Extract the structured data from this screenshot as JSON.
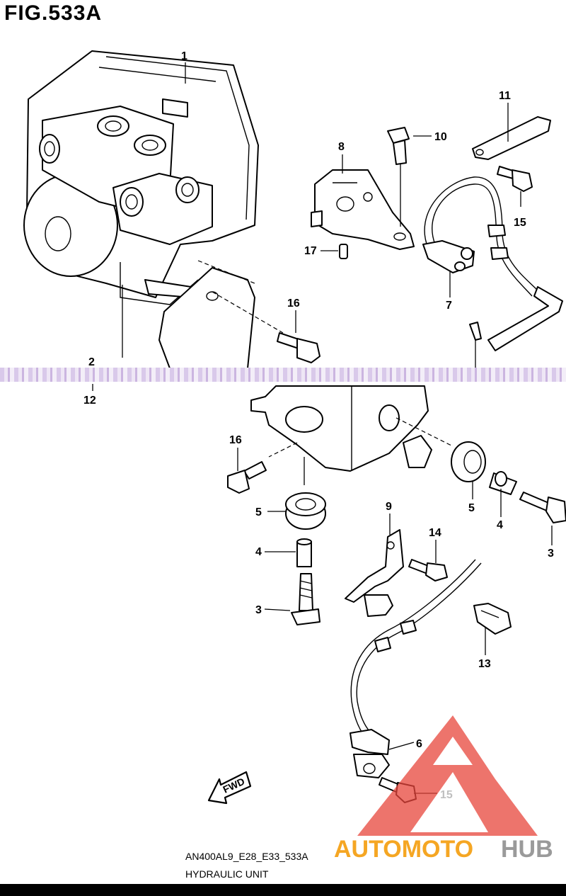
{
  "figure": {
    "title": "FIG.533A"
  },
  "caption": {
    "model_code": "AN400AL9_E28_E33_533A",
    "name": "HYDRAULIC UNIT"
  },
  "fwd_arrow": {
    "text": "FWD"
  },
  "watermark": {
    "text_orange": "AUTOMOTO",
    "text_gray": "HUB",
    "color_orange": "#f5a623",
    "color_gray": "#9a9a9a",
    "logo_color": "#e8463c"
  },
  "callouts": [
    {
      "id": "c1",
      "text": "1"
    },
    {
      "id": "c2",
      "text": "2"
    },
    {
      "id": "c3a",
      "text": "3"
    },
    {
      "id": "c3b",
      "text": "3"
    },
    {
      "id": "c4a",
      "text": "4"
    },
    {
      "id": "c4b",
      "text": "4"
    },
    {
      "id": "c5a",
      "text": "5"
    },
    {
      "id": "c5b",
      "text": "5"
    },
    {
      "id": "c6",
      "text": "6"
    },
    {
      "id": "c7",
      "text": "7"
    },
    {
      "id": "c8",
      "text": "8"
    },
    {
      "id": "c9",
      "text": "9"
    },
    {
      "id": "c10",
      "text": "10"
    },
    {
      "id": "c11",
      "text": "11"
    },
    {
      "id": "c12",
      "text": "12"
    },
    {
      "id": "c13",
      "text": "13"
    },
    {
      "id": "c14",
      "text": "14"
    },
    {
      "id": "c15a",
      "text": "15"
    },
    {
      "id": "c15b",
      "text": "15"
    },
    {
      "id": "c16a",
      "text": "16"
    },
    {
      "id": "c16b",
      "text": "16"
    },
    {
      "id": "c17",
      "text": "17"
    }
  ]
}
